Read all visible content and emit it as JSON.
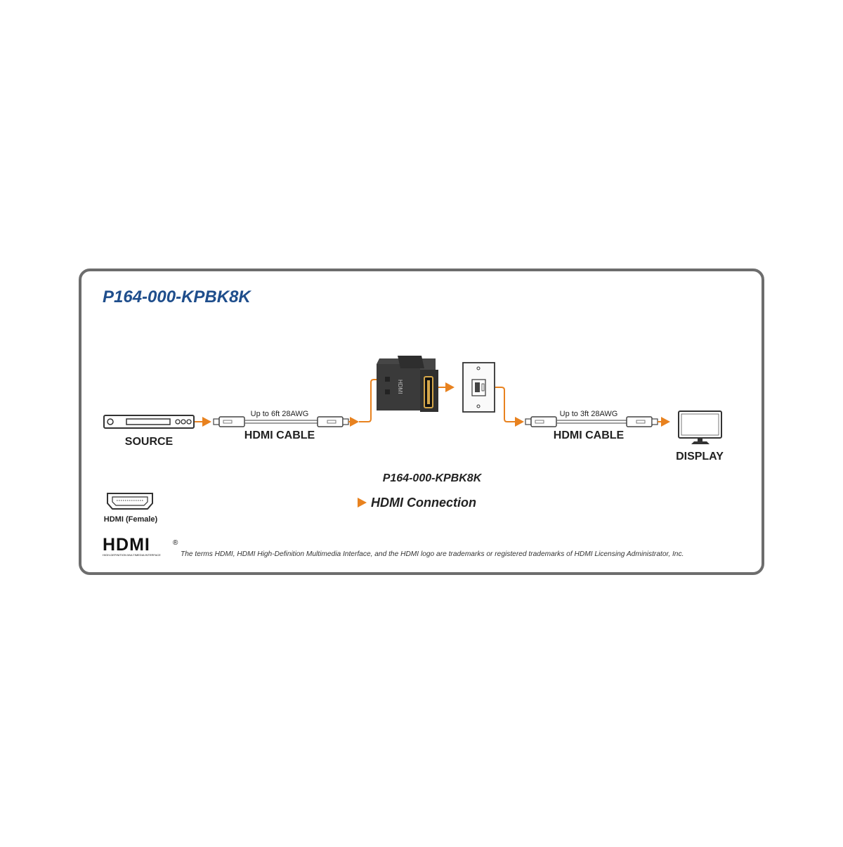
{
  "header": {
    "product_code": "P164-000-KPBK8K"
  },
  "left_chain": {
    "source_label": "SOURCE",
    "cable_spec": "Up to 6ft 28AWG",
    "cable_label": "HDMI CABLE"
  },
  "right_chain": {
    "cable_spec": "Up to 3ft 28AWG",
    "cable_label": "HDMI CABLE",
    "display_label": "DISPLAY"
  },
  "keystone": {
    "caption": "P164-000-KPBK8K",
    "body_text": "HDMI"
  },
  "legend": {
    "connection_label": "HDMI Connection",
    "female_label": "HDMI (Female)"
  },
  "footer": {
    "logo_text": "HDMI",
    "logo_registered": "®",
    "logo_tagline": "HIGH-DEFINITION MULTIMEDIA INTERFACE",
    "trademark_notice": "The terms HDMI, HDMI High-Definition Multimedia Interface, and the HDMI logo are trademarks or registered trademarks of HDMI Licensing Administrator, Inc."
  },
  "colors": {
    "frame": "#6d6d6d",
    "title_blue": "#1f4e8c",
    "signal_orange": "#e8821f",
    "device_dark": "#3a3a3a"
  }
}
